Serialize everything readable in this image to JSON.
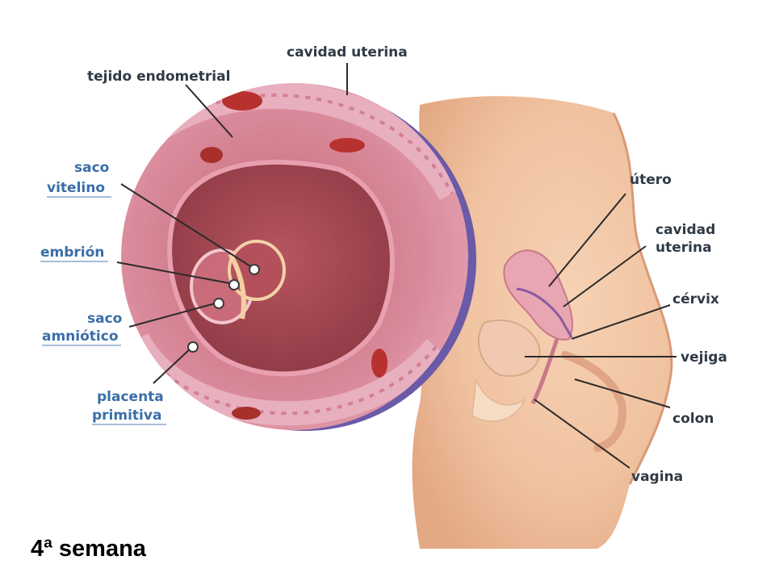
{
  "caption": "4ª semana",
  "labels": {
    "cavidad_uterina_top": "cavidad uterina",
    "tejido_endometrial": "tejido endometrial",
    "saco_vitelino_1": "saco",
    "saco_vitelino_2": "vitelino",
    "embrion": "embrión",
    "saco_amniotico_1": "saco",
    "saco_amniotico_2": "amniótico",
    "placenta_primitiva_1": "placenta",
    "placenta_primitiva_2": "primitiva",
    "utero": "útero",
    "cavidad_uterina_right_1": "cavidad",
    "cavidad_uterina_right_2": "uterina",
    "cervix": "cérvix",
    "vejiga": "vejiga",
    "colon": "colon",
    "vagina": "vagina"
  },
  "colors": {
    "background": "#ffffff",
    "skin": "#f0c3a0",
    "uterine_wall": "#d9889a",
    "endometrium": "#b85a6d",
    "cavity": "#a44b57",
    "purple_border": "#6a5aa8",
    "label_text": "#2f3a45",
    "label_link": "#3a6ea8"
  }
}
